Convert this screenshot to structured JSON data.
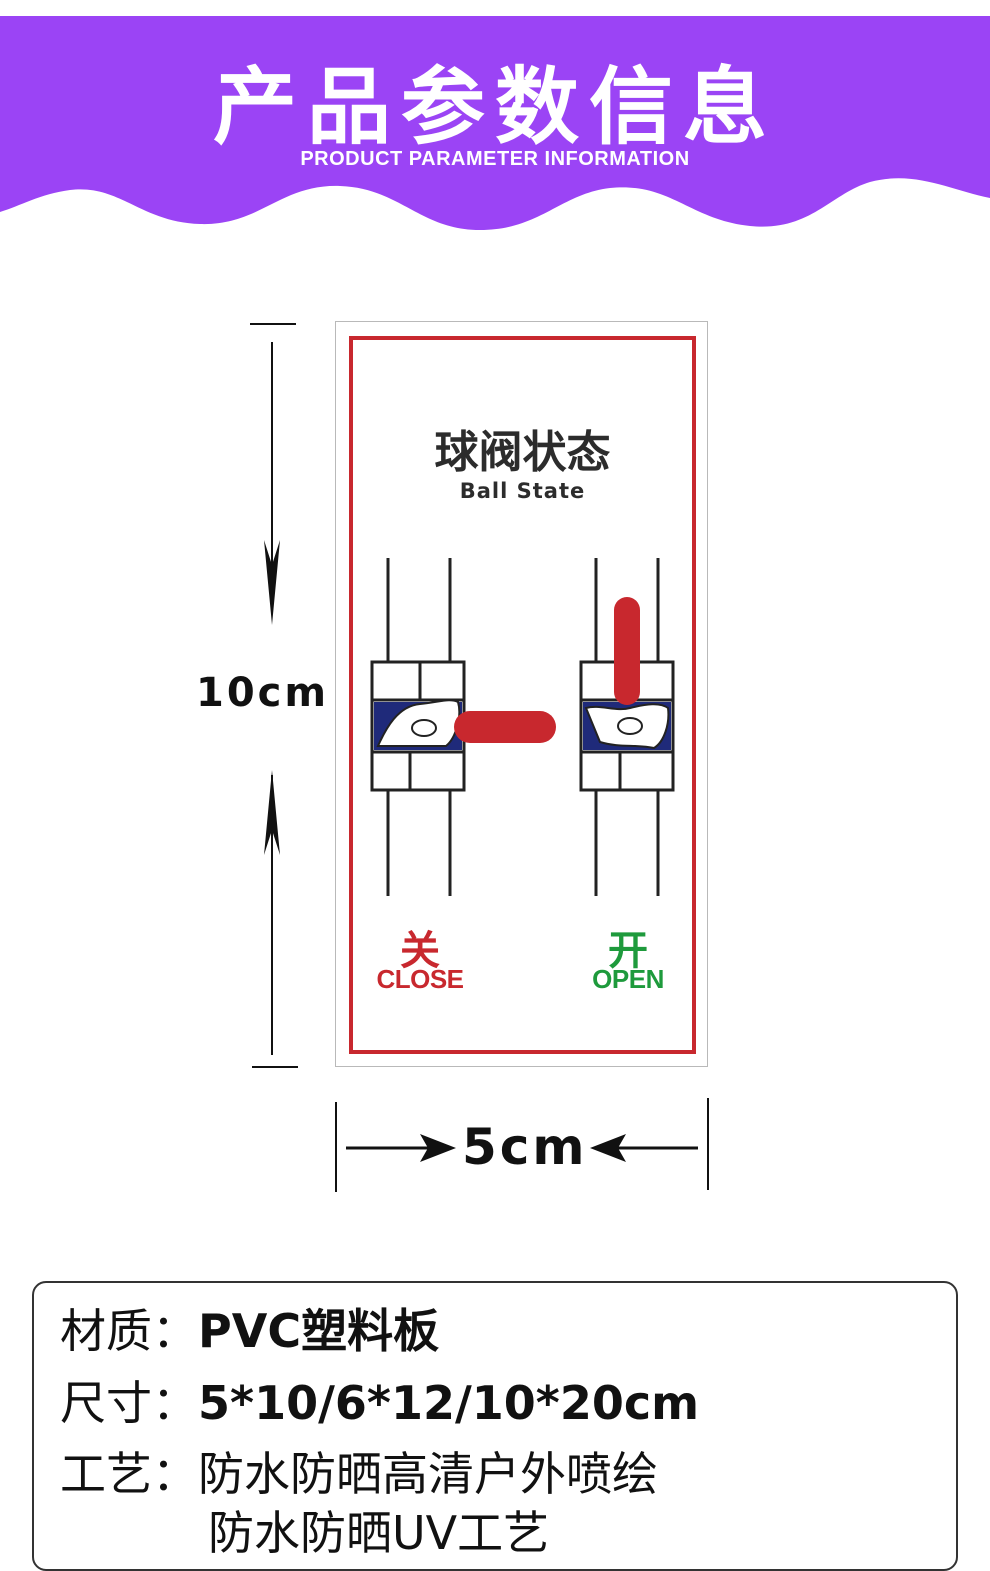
{
  "banner": {
    "title": "产品参数信息",
    "subtitle": "PRODUCT PARAMETER INFORMATION",
    "color": "#9b44f5"
  },
  "dimensions": {
    "height_label": "10cm",
    "width_label": "5cm"
  },
  "sign": {
    "title": "球阀状态",
    "subtitle": "Ball State",
    "border_color": "#c8282e",
    "close": {
      "cn": "关",
      "en": "CLOSE",
      "color": "#c8282e"
    },
    "open": {
      "cn": "开",
      "en": "OPEN",
      "color": "#1e9a3c"
    }
  },
  "params": [
    {
      "key": "材质：",
      "value": "PVC塑料板"
    },
    {
      "key": "尺寸：",
      "value": "5*10/6*12/10*20cm"
    },
    {
      "key": "工艺：",
      "value": "防水防晒高清户外喷绘"
    },
    {
      "key": "",
      "value": "防水防晒UV工艺"
    }
  ]
}
